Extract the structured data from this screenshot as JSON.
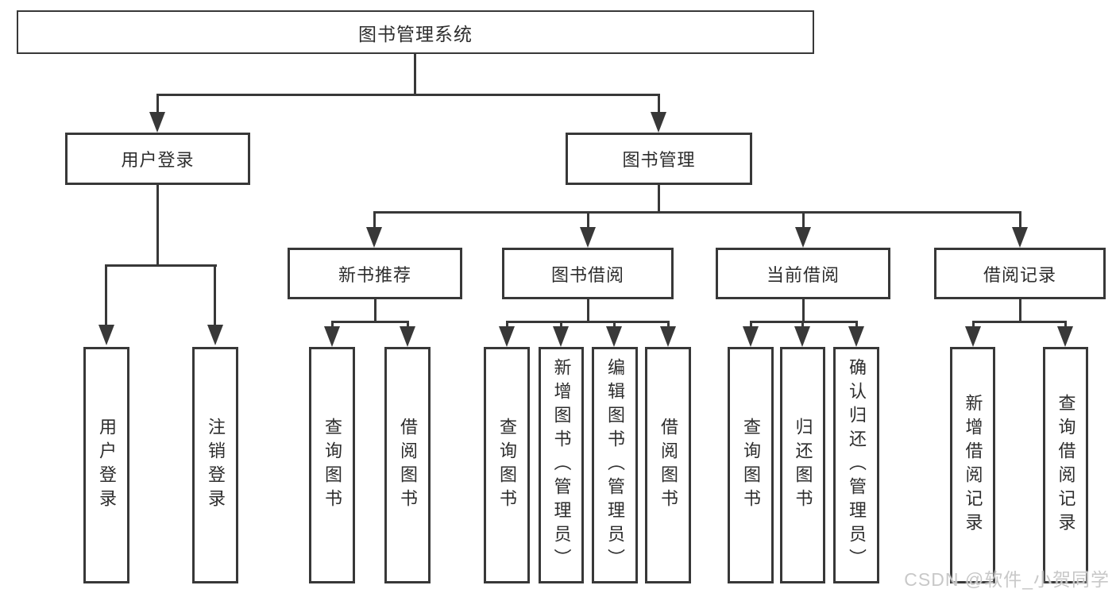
{
  "diagram_title": "图书管理系统",
  "tree": {
    "label": "图书管理系统",
    "children": [
      {
        "label": "用户登录",
        "children": [
          {
            "label": "用户登录"
          },
          {
            "label": "注销登录"
          }
        ]
      },
      {
        "label": "图书管理",
        "children": [
          {
            "label": "新书推荐",
            "children": [
              {
                "label": "查询图书"
              },
              {
                "label": "借阅图书"
              }
            ]
          },
          {
            "label": "图书借阅",
            "children": [
              {
                "label": "查询图书"
              },
              {
                "label": "新增图书（管理员）"
              },
              {
                "label": "编辑图书（管理员）"
              },
              {
                "label": "借阅图书"
              }
            ]
          },
          {
            "label": "当前借阅",
            "children": [
              {
                "label": "查询图书"
              },
              {
                "label": "归还图书"
              },
              {
                "label": "确认归还（管理员）"
              }
            ]
          },
          {
            "label": "借阅记录",
            "children": [
              {
                "label": "新增借阅记录"
              },
              {
                "label": "查询借阅记录"
              }
            ]
          }
        ]
      }
    ]
  },
  "watermark": {
    "text": "CSDN @软件_小贺同学"
  },
  "colors": {
    "line": "#383838",
    "box_border": "#383838",
    "text": "#2d2d2d",
    "background": "#ffffff",
    "watermark": "#c8c8c8"
  }
}
